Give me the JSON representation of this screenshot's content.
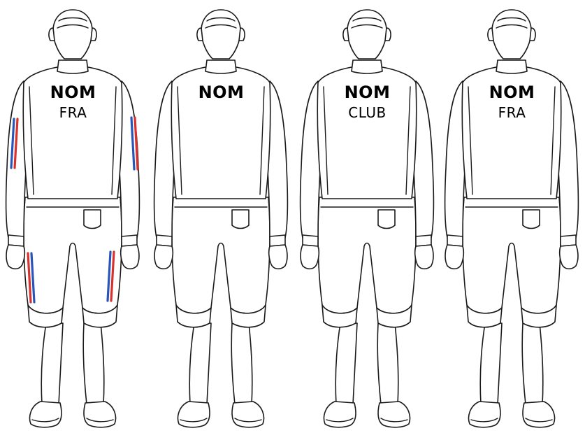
{
  "colors": {
    "outline": "#1a1a1a",
    "suit": "#ffffff",
    "stripe_blue": "#2a55b8",
    "stripe_red": "#d8322f"
  },
  "fencers": [
    {
      "name": "NOM",
      "sub": "FRA",
      "tricolor_stripes": true
    },
    {
      "name": "NOM",
      "sub": "",
      "tricolor_stripes": false
    },
    {
      "name": "NOM",
      "sub": "CLUB",
      "tricolor_stripes": false
    },
    {
      "name": "NOM",
      "sub": "FRA",
      "tricolor_stripes": false
    }
  ]
}
